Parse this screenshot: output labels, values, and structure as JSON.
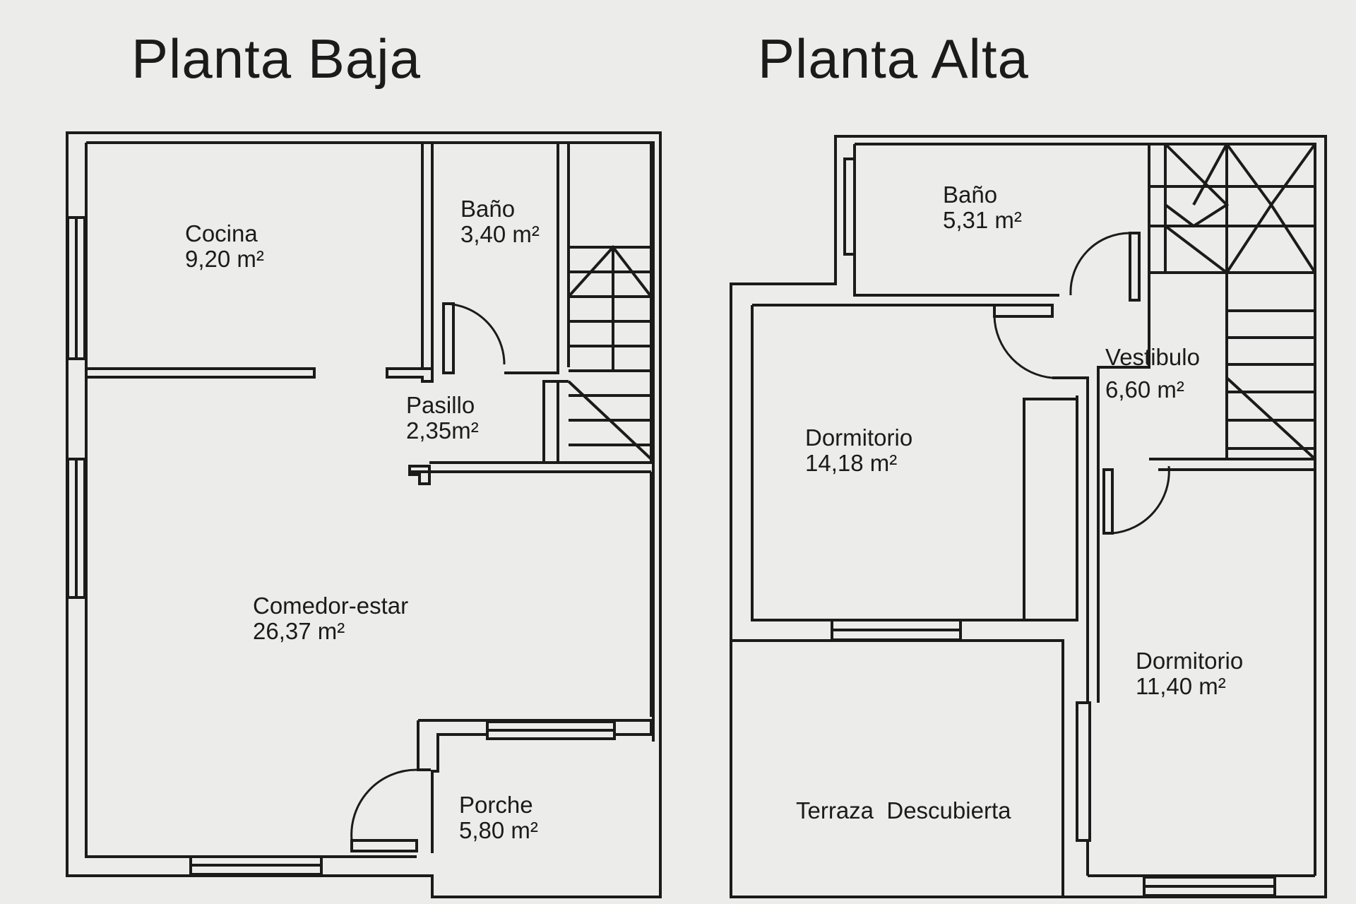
{
  "plans": [
    {
      "title": "Planta Baja",
      "rooms": [
        {
          "id": "cocina",
          "name": "Cocina",
          "area": "9,20 m²"
        },
        {
          "id": "bano",
          "name": "Baño",
          "area": "3,40 m²"
        },
        {
          "id": "pasillo",
          "name": "Pasillo",
          "area": "2,35m²"
        },
        {
          "id": "comedor-estar",
          "name": "Comedor-estar",
          "area": "26,37 m²"
        },
        {
          "id": "porche",
          "name": "Porche",
          "area": "5,80 m²"
        }
      ]
    },
    {
      "title": "Planta Alta",
      "rooms": [
        {
          "id": "bano",
          "name": "Baño",
          "area": "5,31 m²"
        },
        {
          "id": "vestibulo",
          "name": "Vestibulo",
          "area": "6,60 m²"
        },
        {
          "id": "dormitorio-1",
          "name": "Dormitorio",
          "area": "14,18 m²"
        },
        {
          "id": "dormitorio-2",
          "name": "Dormitorio",
          "area": "11,40 m²"
        },
        {
          "id": "terraza",
          "name": "Terraza  Descubierta",
          "area": ""
        }
      ]
    }
  ],
  "colors": {
    "ink": "#1b1b1b",
    "paper": "#ececea"
  }
}
